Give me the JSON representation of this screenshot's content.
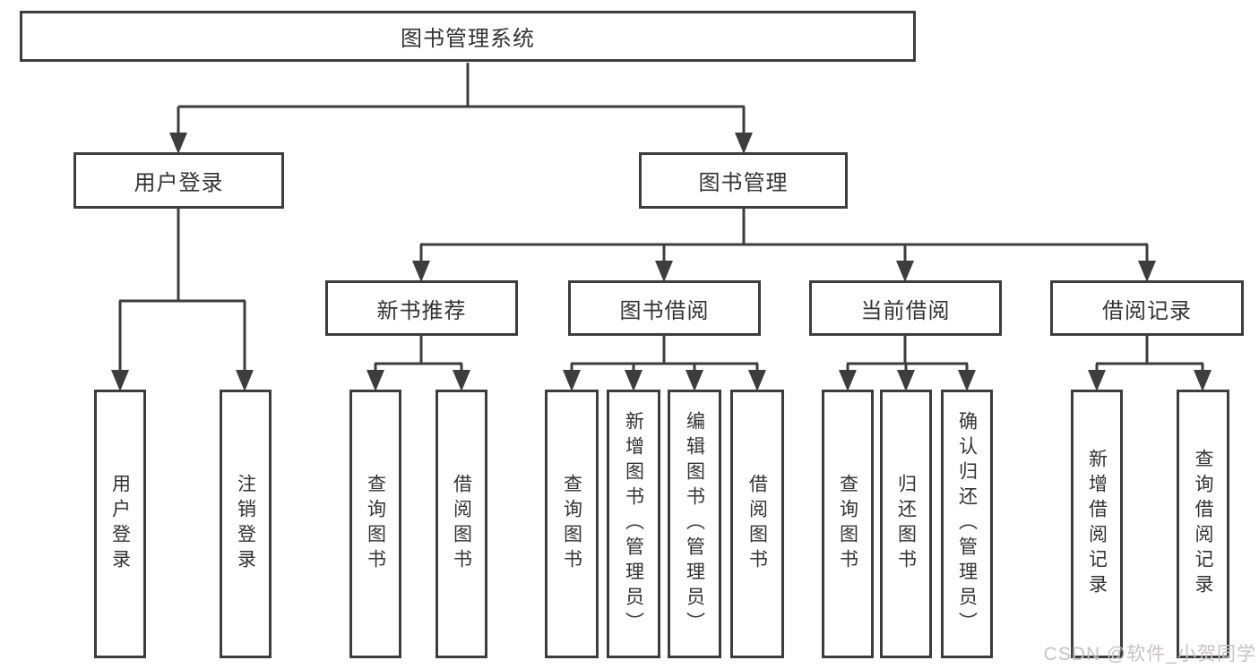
{
  "colors": {
    "line": "#3d3d3d",
    "node_border": "#3d3d3d",
    "text": "#333333",
    "watermark": "#c8c2c2",
    "background": "#ffffff"
  },
  "watermark": "CSDN @软件_小贺同学",
  "tree": {
    "root": {
      "label": "图书管理系统"
    },
    "user_login": {
      "label": "用户登录",
      "children": [
        {
          "label": "用户登录"
        },
        {
          "label": "注销登录"
        }
      ]
    },
    "book_management": {
      "label": "图书管理",
      "sections": [
        {
          "label": "新书推荐",
          "children": [
            {
              "label": "查询图书"
            },
            {
              "label": "借阅图书"
            }
          ]
        },
        {
          "label": "图书借阅",
          "children": [
            {
              "label": "查询图书"
            },
            {
              "label": "新增图书（管理员）"
            },
            {
              "label": "编辑图书（管理员）"
            },
            {
              "label": "借阅图书"
            }
          ]
        },
        {
          "label": "当前借阅",
          "children": [
            {
              "label": "查询图书"
            },
            {
              "label": "归还图书"
            },
            {
              "label": "确认归还（管理员）"
            }
          ]
        },
        {
          "label": "借阅记录",
          "children": [
            {
              "label": "新增借阅记录"
            },
            {
              "label": "查询借阅记录"
            }
          ]
        }
      ]
    }
  }
}
